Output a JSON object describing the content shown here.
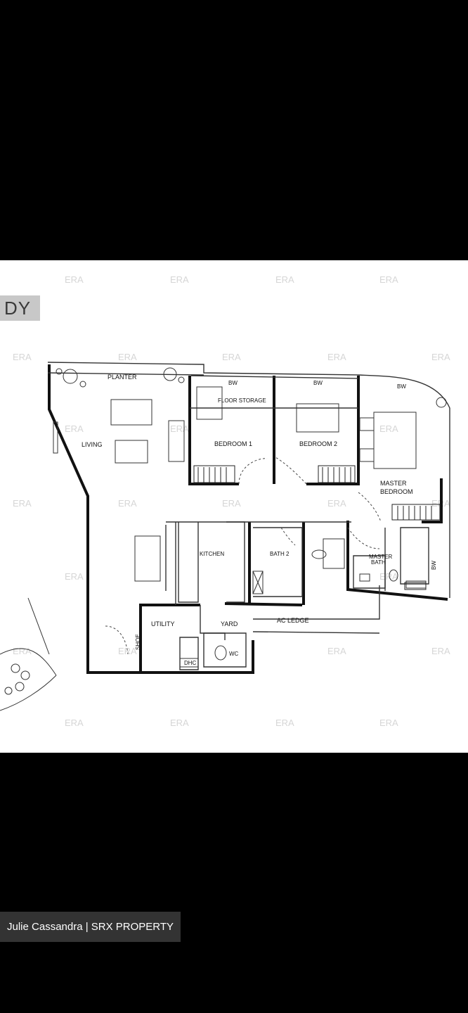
{
  "floorplan": {
    "header_fragment": "DY",
    "watermark": "ERA",
    "rooms": {
      "planter": "PLANTER",
      "living": "LIVING",
      "bedroom1": "BEDROOM 1",
      "bedroom2": "BEDROOM 2",
      "master": [
        "MASTER",
        "BEDROOM"
      ],
      "floor_storage": "FLOOR STORAGE",
      "bw1": "BW",
      "bw2": "BW",
      "bw3": "BW",
      "bw4": "BW",
      "kitchen": "KITCHEN",
      "bath2": "BATH 2",
      "master_bath": [
        "MASTER",
        "BATH"
      ],
      "utility": "UTILITY",
      "shoe": "SHOE",
      "yard": "YARD",
      "wc": "WC",
      "ac_ledge": "AC LEDGE",
      "dhc": "DHC"
    }
  },
  "credit": "Julie Cassandra | SRX PROPERTY"
}
